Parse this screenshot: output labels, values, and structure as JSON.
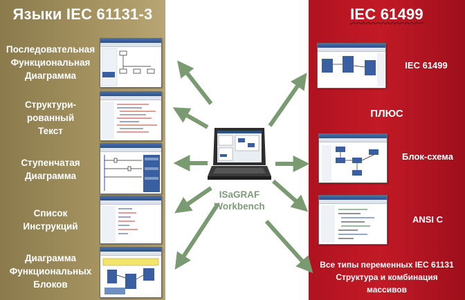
{
  "left_panel": {
    "title": "Языки IEC 61131-3",
    "languages": [
      {
        "lines": [
          "Последовательная",
          "Функциональная",
          "Диаграмма"
        ]
      },
      {
        "lines": [
          "Структури-",
          "рованный",
          "Текст"
        ]
      },
      {
        "lines": [
          "Ступенчатая",
          "Диаграмма"
        ]
      },
      {
        "lines": [
          "Список",
          "Инструкций"
        ]
      },
      {
        "lines": [
          "Диаграмма",
          "Функциональных",
          "Блоков"
        ]
      }
    ]
  },
  "center": {
    "product_lines": [
      "ISaGRAF",
      "Workbench"
    ]
  },
  "right_panel": {
    "title": "IEC 61499",
    "items": [
      {
        "label": "IEC 61499"
      },
      {
        "label": "ПЛЮС"
      },
      {
        "label": "Блок-схема"
      },
      {
        "label": "ANSI C"
      }
    ],
    "bottom_lines": [
      "Все типы переменных IEC 61131",
      "Структура и комбинация",
      "массивов"
    ]
  },
  "colors": {
    "left_panel": "#a3925f",
    "right_panel": "#b8121f",
    "arrow": "#7a9a72",
    "label_text": "#ffffff",
    "laptop_label": "#7f9a7a"
  }
}
